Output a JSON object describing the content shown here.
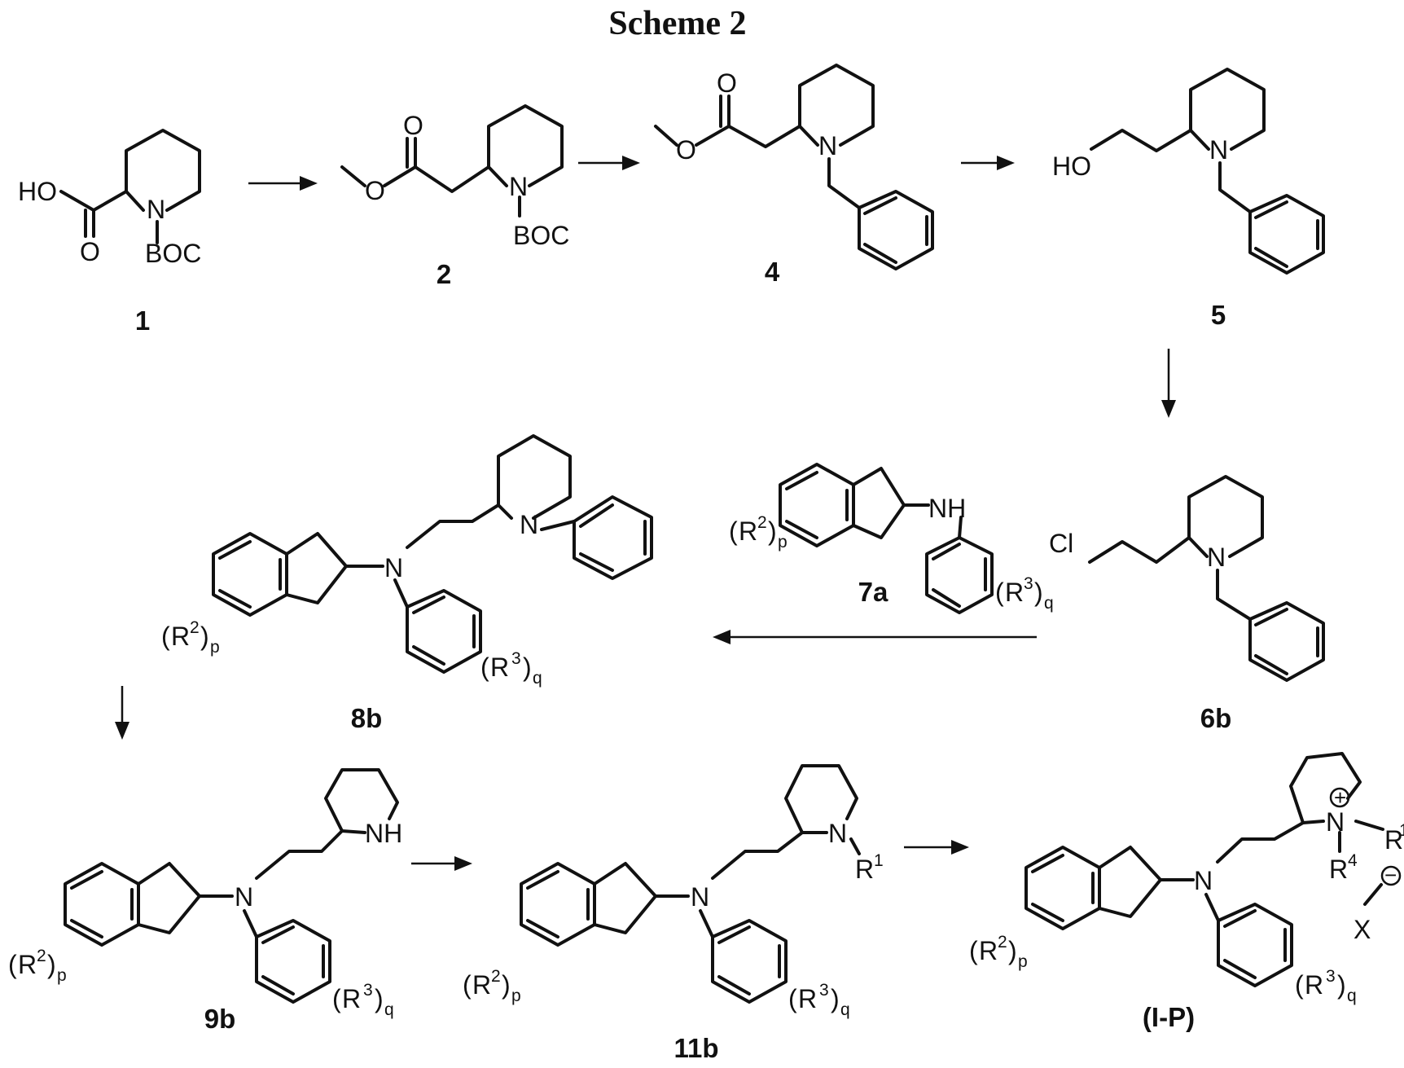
{
  "title": "Scheme 2",
  "atoms": {
    "HO": "HO",
    "O": "O",
    "N": "N",
    "NH": "NH",
    "BOC": "BOC",
    "Cl": "Cl",
    "R": "R",
    "X": "X",
    "sup1": "1",
    "sup2": "2",
    "sup3": "3",
    "sup4": "4",
    "p": "p",
    "q": "q",
    "open": "(",
    "close": ")",
    "plus": "+",
    "minus": "−"
  },
  "compounds": {
    "c1": "1",
    "c2": "2",
    "c4": "4",
    "c5": "5",
    "c6b": "6b",
    "c7a": "7a",
    "c8b": "8b",
    "c9b": "9b",
    "c11b": "11b",
    "cIP": "(I-P)"
  }
}
